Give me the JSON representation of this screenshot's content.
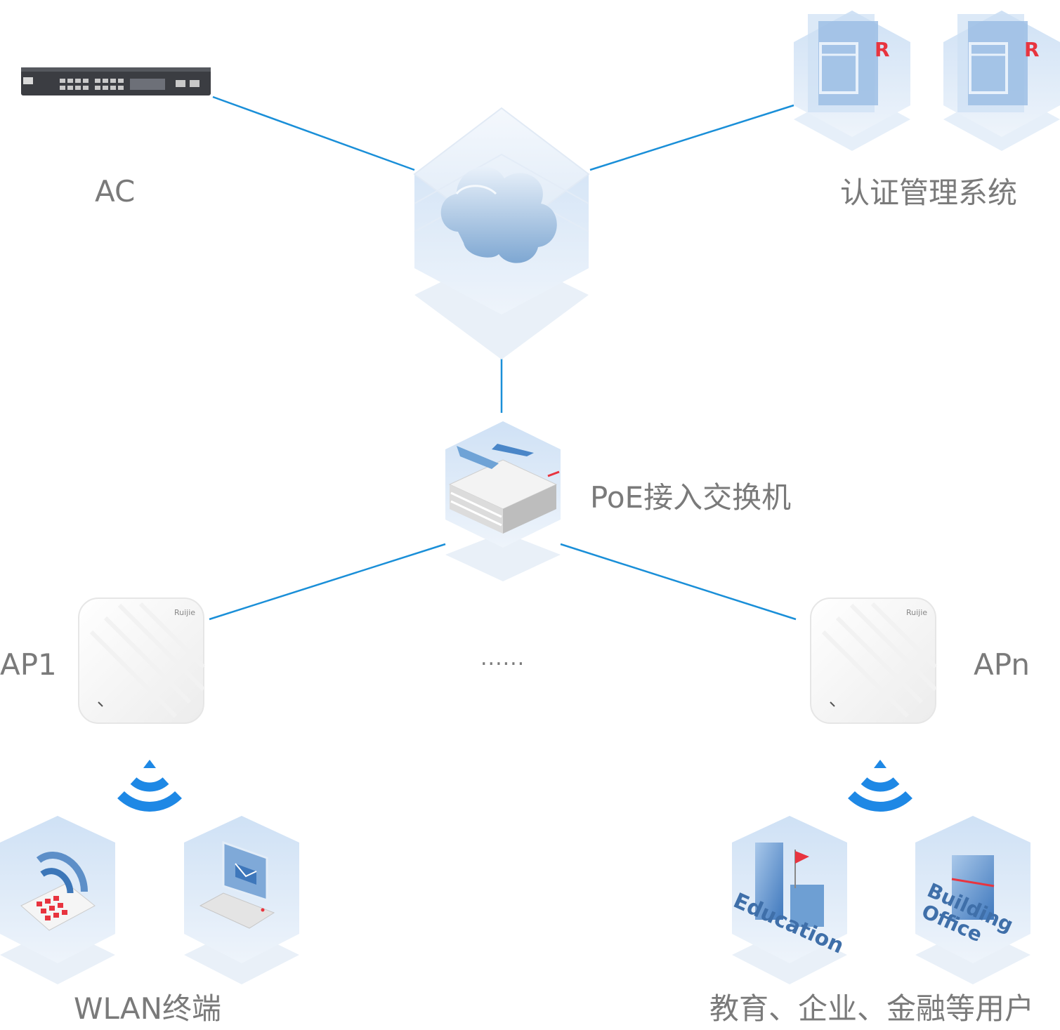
{
  "nodes": {
    "ac": {
      "label": "AC",
      "icon": "rack-switch-icon"
    },
    "auth": {
      "label": "认证管理系统",
      "icon": "server-window-icon"
    },
    "cloud": {
      "icon": "cloud-icon"
    },
    "poe": {
      "label": "PoE接入交换机",
      "icon": "poe-switch-icon"
    },
    "ap1": {
      "label": "AP1",
      "icon": "access-point-icon"
    },
    "apn": {
      "label": "APn",
      "icon": "access-point-icon"
    },
    "ellipsis": "......",
    "wlan": {
      "label": "WLAN终端",
      "icons": [
        "phone-wifi-icon",
        "laptop-mail-icon"
      ]
    },
    "users": {
      "label": "教育、企业、金融等用户",
      "icons": [
        "education-building-icon",
        "office-building-icon"
      ],
      "tile_texts": [
        "Education",
        "Building",
        "Office"
      ]
    }
  },
  "colors": {
    "link": "#1a8fd8",
    "wifi": "#1e88e5",
    "tile": "#dbe9f7",
    "accent_red": "#e8343f"
  }
}
